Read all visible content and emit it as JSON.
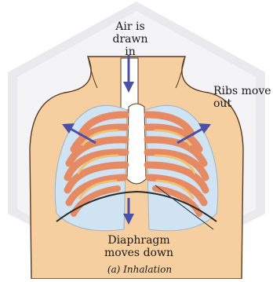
{
  "labels": {
    "air_line1": "Air is",
    "air_line2": "drawn in",
    "ribs_line1": "Ribs move",
    "ribs_line2": "out",
    "diaphragm_line1": "Diaphragm",
    "diaphragm_line2": "moves down"
  },
  "caption": "(a) Inhalation",
  "colors": {
    "hexagon": "#e9e9ee",
    "skin": "#f6cfa0",
    "rib": "#e58a62",
    "rib_highlight": "#f3c06c",
    "lung": "#cfe3f2",
    "arrow": "#4a4fa8"
  }
}
